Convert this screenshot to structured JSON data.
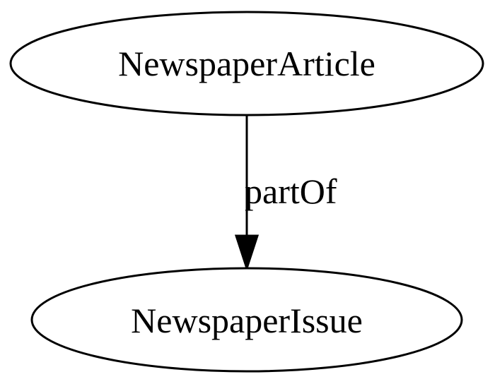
{
  "diagram": {
    "nodes": [
      {
        "id": "article",
        "label": "NewspaperArticle"
      },
      {
        "id": "issue",
        "label": "NewspaperIssue"
      }
    ],
    "edges": [
      {
        "from": "article",
        "to": "issue",
        "label": "partOf"
      }
    ],
    "colors": {
      "stroke": "#000000",
      "fill": "#ffffff",
      "text": "#000000"
    }
  }
}
